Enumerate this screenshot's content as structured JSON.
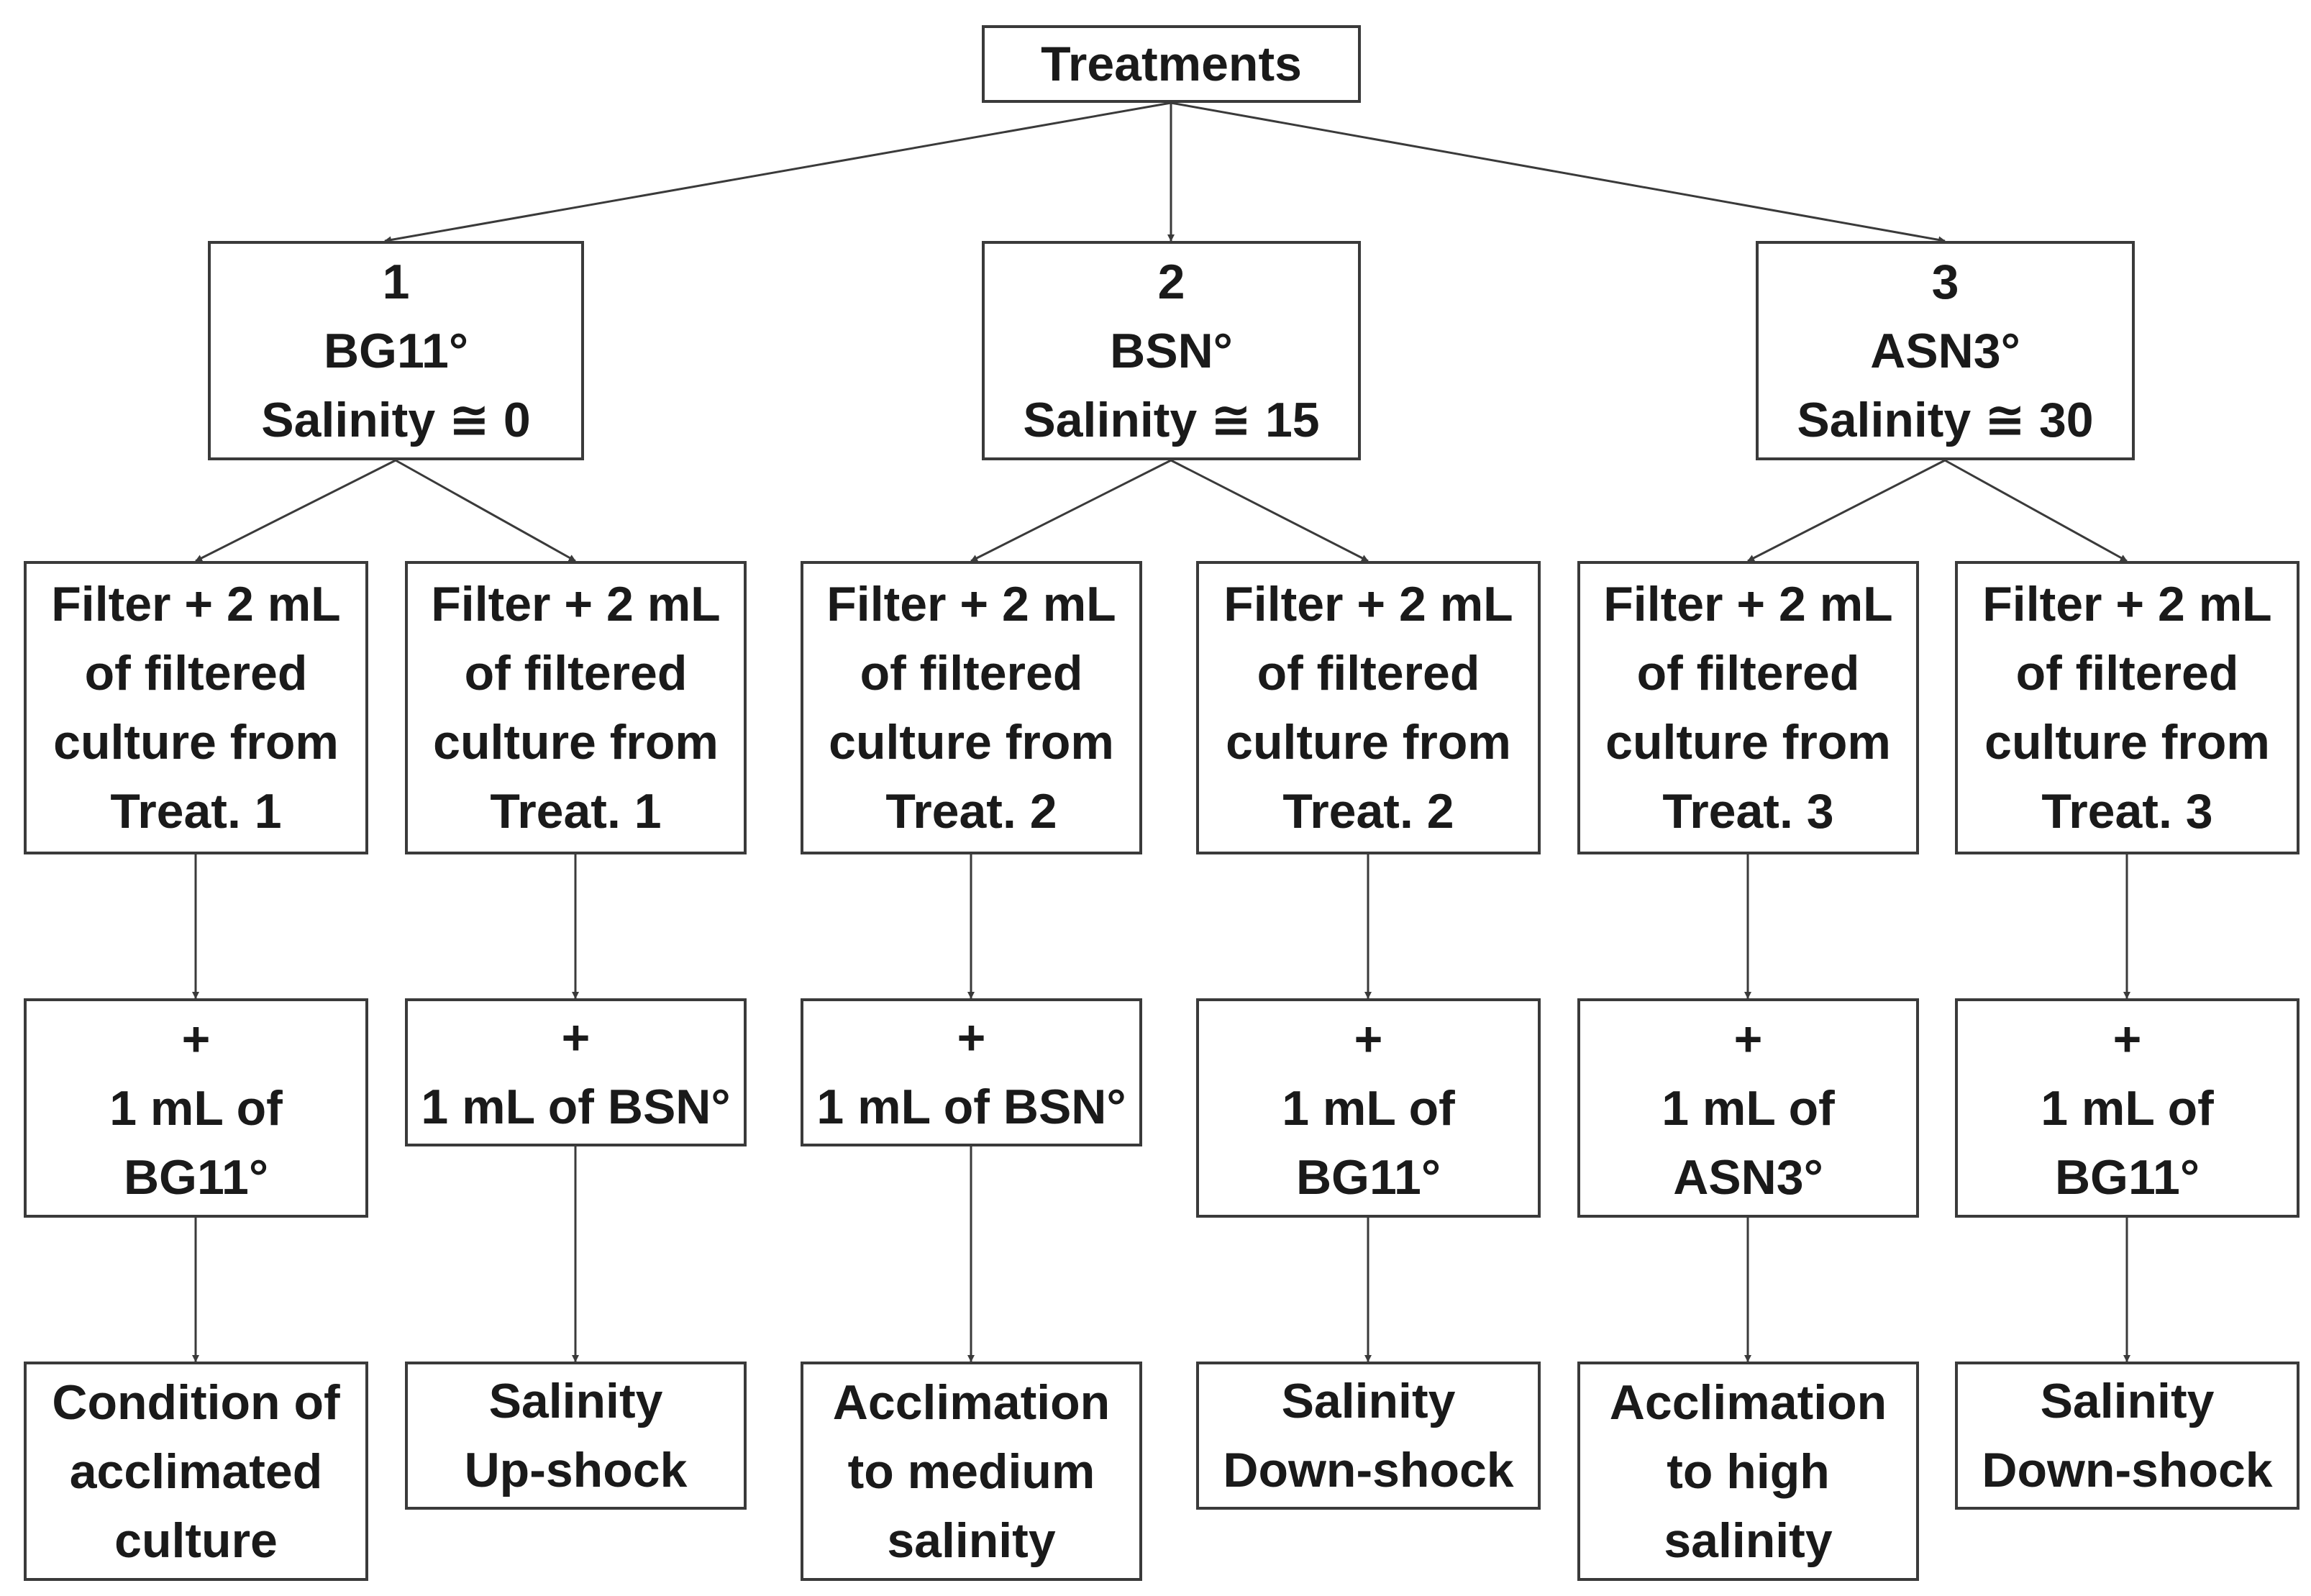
{
  "root": {
    "lines": [
      "Treatments"
    ]
  },
  "treatments": [
    {
      "lines": [
        "1",
        "BG11°",
        "Salinity ≅ 0"
      ],
      "branches": [
        {
          "filter": [
            "Filter + 2 mL",
            "of filtered",
            "culture from",
            "Treat. 1"
          ],
          "add": [
            "+",
            "1 mL of",
            "BG11°"
          ],
          "result": [
            "Condition of",
            "acclimated",
            "culture"
          ]
        },
        {
          "filter": [
            "Filter + 2 mL",
            "of filtered",
            "culture from",
            "Treat. 1"
          ],
          "add": [
            "+",
            "1 mL of BSN°"
          ],
          "result": [
            "Salinity",
            "Up-shock"
          ]
        }
      ]
    },
    {
      "lines": [
        "2",
        "BSN°",
        "Salinity ≅ 15"
      ],
      "branches": [
        {
          "filter": [
            "Filter + 2 mL",
            "of filtered",
            "culture from",
            "Treat. 2"
          ],
          "add": [
            "+",
            "1 mL of BSN°"
          ],
          "result": [
            "Acclimation",
            "to medium",
            "salinity"
          ]
        },
        {
          "filter": [
            "Filter + 2 mL",
            "of filtered",
            "culture from",
            "Treat. 2"
          ],
          "add": [
            "+",
            "1 mL of",
            "BG11°"
          ],
          "result": [
            "Salinity",
            "Down-shock"
          ]
        }
      ]
    },
    {
      "lines": [
        "3",
        "ASN3°",
        "Salinity ≅ 30"
      ],
      "branches": [
        {
          "filter": [
            "Filter + 2 mL",
            "of filtered",
            "culture from",
            "Treat. 3"
          ],
          "add": [
            "+",
            "1 mL of",
            "ASN3°"
          ],
          "result": [
            "Acclimation",
            "to high",
            "salinity"
          ]
        },
        {
          "filter": [
            "Filter + 2 mL",
            "of filtered",
            "culture from",
            "Treat. 3"
          ],
          "add": [
            "+",
            "1 mL of",
            "BG11°"
          ],
          "result": [
            "Salinity",
            "Down-shock"
          ]
        }
      ]
    }
  ]
}
